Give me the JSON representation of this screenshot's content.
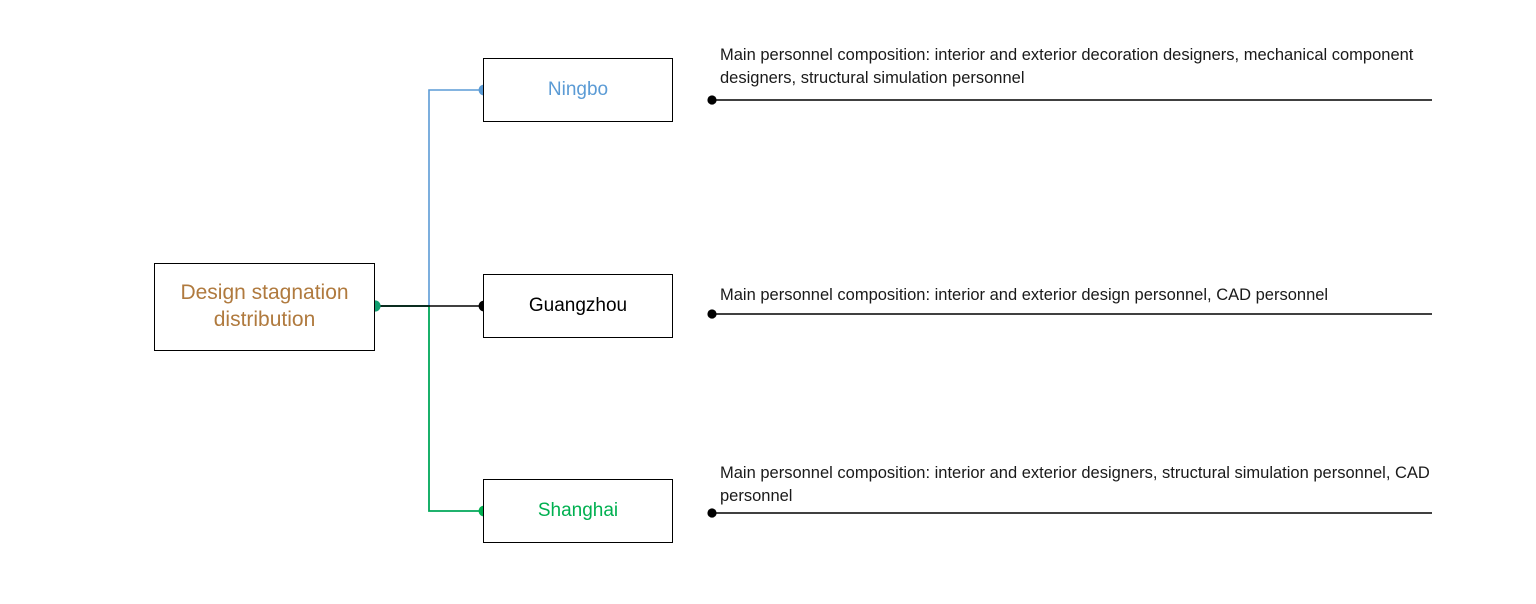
{
  "diagram": {
    "type": "mind-map",
    "root": {
      "label": "Design stagnation distribution",
      "text_color": "#b07a3e",
      "border_color": "#000000"
    },
    "branches": [
      {
        "id": "ningbo",
        "label": "Ningbo",
        "text_color": "#5b9bd5",
        "connector_color": "#5b9bd5",
        "node_dot_color": "#5b9bd5",
        "annotation": "Main personnel composition: interior and exterior decoration designers, mechanical component designers, structural simulation personnel",
        "annotation_dot_color": "#000000",
        "annotation_rule_color": "#000000"
      },
      {
        "id": "guangzhou",
        "label": "Guangzhou",
        "text_color": "#000000",
        "connector_color": "#000000",
        "node_dot_color": "#000000",
        "annotation": "Main personnel composition: interior and exterior design personnel, CAD personnel",
        "annotation_dot_color": "#000000",
        "annotation_rule_color": "#000000"
      },
      {
        "id": "shanghai",
        "label": "Shanghai",
        "text_color": "#00b050",
        "connector_color": "#00a85a",
        "node_dot_color": "#00b050",
        "annotation": "Main personnel composition: interior and exterior designers, structural simulation personnel, CAD personnel",
        "annotation_dot_color": "#000000",
        "annotation_rule_color": "#000000"
      }
    ],
    "root_hub_dot_color": "#0f9d6e",
    "background_color": "#ffffff"
  }
}
